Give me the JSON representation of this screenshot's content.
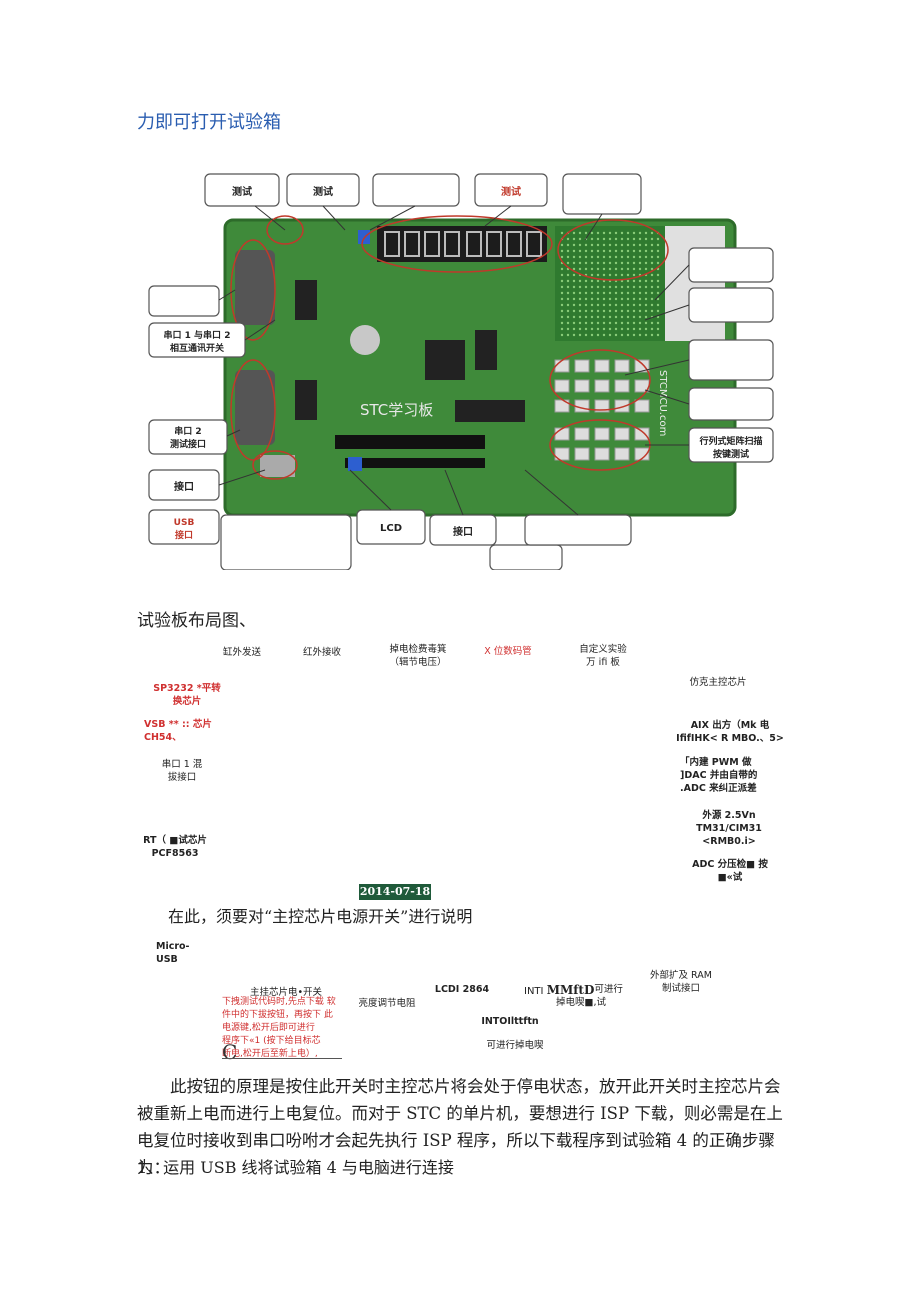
{
  "heading": "力即可打开试验箱",
  "board": {
    "silk_title": "STC学习板",
    "side_brand": "STCMCU.com",
    "callouts": {
      "top1": "测试",
      "top2": "测试",
      "top4": "测试",
      "uart_switch": "串口 1 与串口 2\n相互通讯开关",
      "uart2": "串口 2\n测试接口",
      "iface1": "接口",
      "usb": "USB\n接口",
      "lcd": "LCD",
      "iface2": "接口",
      "matrix": "行列式矩阵扫描\n按键测试"
    }
  },
  "fig_caption": "试验板布局图、",
  "labels": {
    "l1": "缸外发送",
    "l2": "红外接收",
    "l3": "掉电检费毒箕\n（辑节电压）",
    "l4": "X 位数码管",
    "l5": "自定义实验\n万 ifi 板",
    "l6": "SP3232 *平转\n换芯片",
    "l7": "仿克主控芯片",
    "l8": "VSB ** :: 芯片\nCH54、",
    "l9": "AIX 出方（Mk 电\nIfifIHK< R MBO.、5>",
    "l10": "串口 1 混\n拔接口",
    "l11": "「内建 PWM 做\n]DAC 并由自带的\n.ADC 来纠正派差",
    "l12": "外源 2.5Vn\nTM31/CIM31\n<RMB0.i>",
    "l13": "RT（ ■试芯片\nPCF8563",
    "l14": "ADC 分压检■ 按\n■«试"
  },
  "date_badge": "2014-07-18",
  "note": "在此，须要对“主控芯片电源开关”进行说明",
  "lower_labels": {
    "m1": "Micro-USB",
    "m2": "外部扩及 RAM\n制试接口",
    "m3": "主挂芯片电•开关",
    "m4": "LCDI 2864",
    "m5_a": "INTI",
    "m5_b": "MMftD",
    "m5_c": "可进行\n掉电喫■,试",
    "m6": "亮度调节电阻",
    "m7": "下拽测试代码时,先点下载 软\n件中的下拔按钮，再按下 此\n电源键,松开后即可进行\n程序下«1    (按下给目标芯\n断电,松开后至新上电）,",
    "m8": "INTOIlttftn",
    "m9": "可进行掉电喫",
    "big_c": "C"
  },
  "paragraph": "此按钮的原理是按住此开关时主控芯片将会处于停电状态，放开此开关时主控芯片会被重新上电而进行上电复位。而对于 STC 的单片机，要想进行 ISP 下载，则必需是在上电复位时接收到串口吩咐才会起先执行 ISP 程序，所以下载程序到试验箱 4 的正确步骤为：",
  "step1": "1、运用 USB 线将试验箱 4 与电脑进行连接",
  "colors": {
    "pcb": "#3f8a3a",
    "pcb_dark": "#2d6b2a",
    "callout_red": "#c0392b",
    "heading_blue": "#2a5db0"
  }
}
